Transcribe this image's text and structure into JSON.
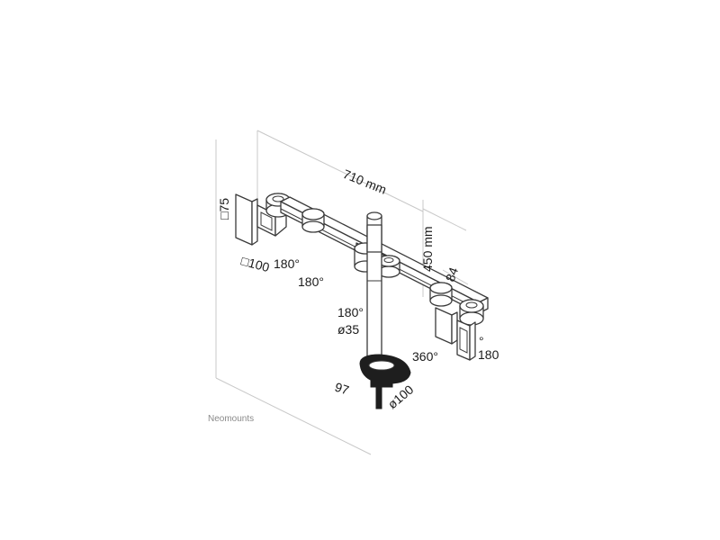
{
  "labels": {
    "arm_width": "710 mm",
    "pole_height": "450 mm",
    "vesa_small": "□75",
    "vesa_large": "□100",
    "rotate_left_1": "180°",
    "rotate_left_2": "180°",
    "rotate_pole": "180°",
    "pole_diameter": "ø35",
    "rotate_right": "360°",
    "depth_right": "84",
    "tilt_right_deg": "°",
    "tilt_right": "180",
    "clamp_depth": "97",
    "clamp_diameter": "ø100"
  },
  "brand": "Neomounts"
}
